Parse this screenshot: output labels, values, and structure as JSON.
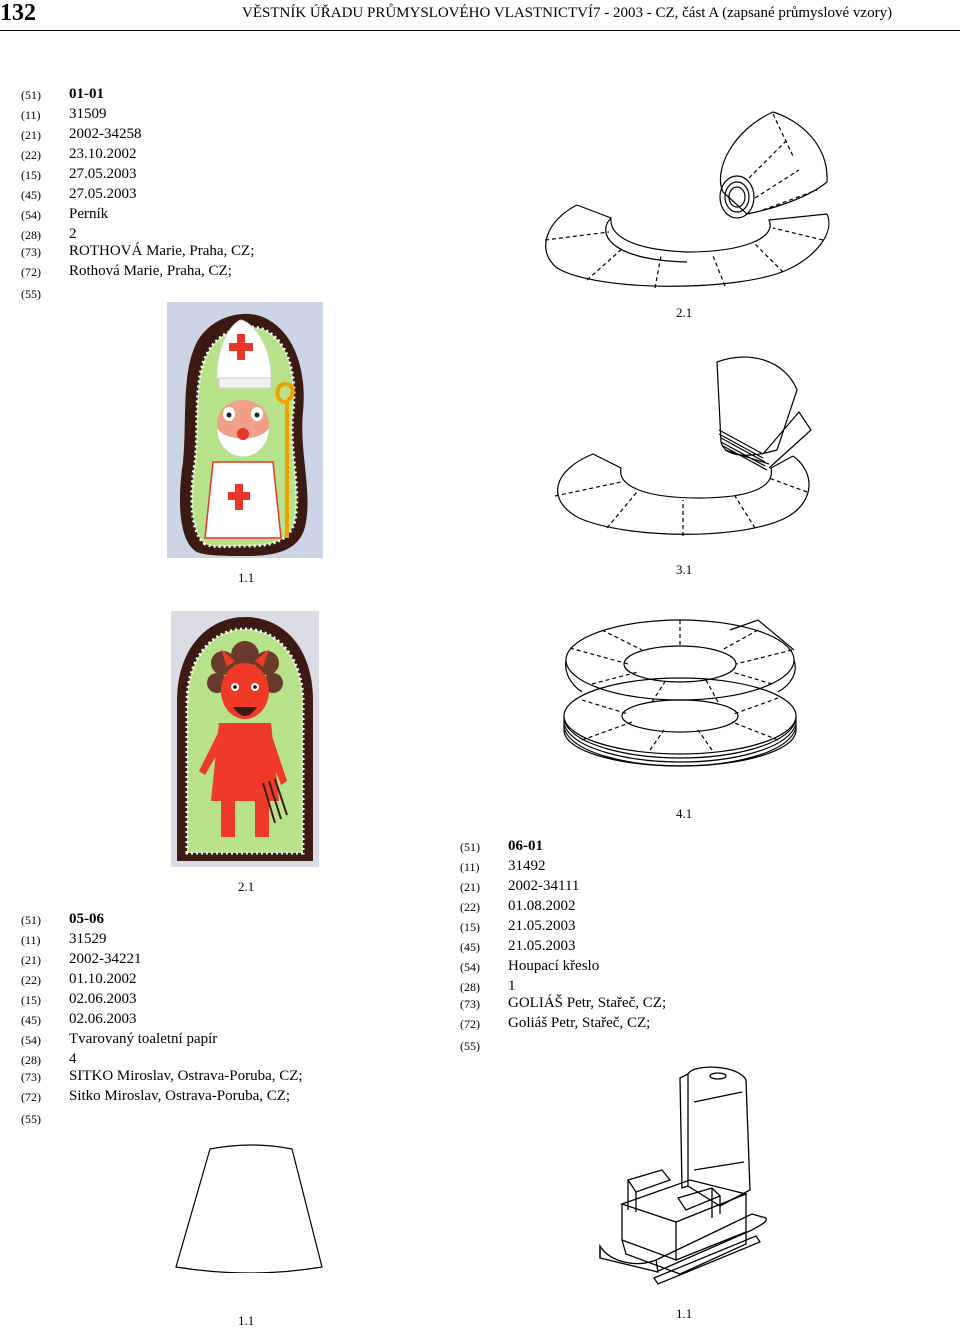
{
  "header": {
    "page_number": "132",
    "title": "VĚSTNÍK ÚŘADU PRŮMYSLOVÉHO VLASTNICTVÍ7 - 2003 - CZ, část A (zapsané průmyslové vzory)"
  },
  "records": [
    {
      "fields": [
        {
          "code": "(51)",
          "value": "01-01"
        },
        {
          "code": "(11)",
          "value": "31509"
        },
        {
          "code": "(21)",
          "value": "2002-34258"
        },
        {
          "code": "(22)",
          "value": "23.10.2002"
        },
        {
          "code": "(15)",
          "value": "27.05.2003"
        },
        {
          "code": "(45)",
          "value": "27.05.2003"
        },
        {
          "code": "(54)",
          "value": "Perník"
        },
        {
          "code": "(28)",
          "value": "2"
        },
        {
          "code": "(73)",
          "value": "ROTHOVÁ Marie, Praha, CZ;"
        },
        {
          "code": "(72)",
          "value": "Rothová Marie, Praha, CZ;"
        },
        {
          "code": "(55)",
          "value": ""
        }
      ],
      "figures": [
        "1.1",
        "2.1"
      ]
    },
    {
      "fields": [
        {
          "code": "(51)",
          "value": "05-06"
        },
        {
          "code": "(11)",
          "value": "31529"
        },
        {
          "code": "(21)",
          "value": "2002-34221"
        },
        {
          "code": "(22)",
          "value": "01.10.2002"
        },
        {
          "code": "(15)",
          "value": "02.06.2003"
        },
        {
          "code": "(45)",
          "value": "02.06.2003"
        },
        {
          "code": "(54)",
          "value": "Tvarovaný toaletní papír"
        },
        {
          "code": "(28)",
          "value": "4"
        },
        {
          "code": "(73)",
          "value": "SITKO Miroslav, Ostrava-Poruba, CZ;"
        },
        {
          "code": "(72)",
          "value": "Sitko Miroslav, Ostrava-Poruba, CZ;"
        },
        {
          "code": "(55)",
          "value": ""
        }
      ],
      "figures": [
        "1.1",
        "2.1",
        "3.1",
        "4.1"
      ]
    },
    {
      "fields": [
        {
          "code": "(51)",
          "value": "06-01"
        },
        {
          "code": "(11)",
          "value": "31492"
        },
        {
          "code": "(21)",
          "value": "2002-34111"
        },
        {
          "code": "(22)",
          "value": "01.08.2002"
        },
        {
          "code": "(15)",
          "value": "21.05.2003"
        },
        {
          "code": "(45)",
          "value": "21.05.2003"
        },
        {
          "code": "(54)",
          "value": "Houpací křeslo"
        },
        {
          "code": "(28)",
          "value": "1"
        },
        {
          "code": "(73)",
          "value": "GOLIÁŠ Petr, Stařeč, CZ;"
        },
        {
          "code": "(72)",
          "value": "Goliáš Petr, Stařeč, CZ;"
        },
        {
          "code": "(55)",
          "value": ""
        }
      ],
      "figures": [
        "1.1"
      ]
    }
  ]
}
